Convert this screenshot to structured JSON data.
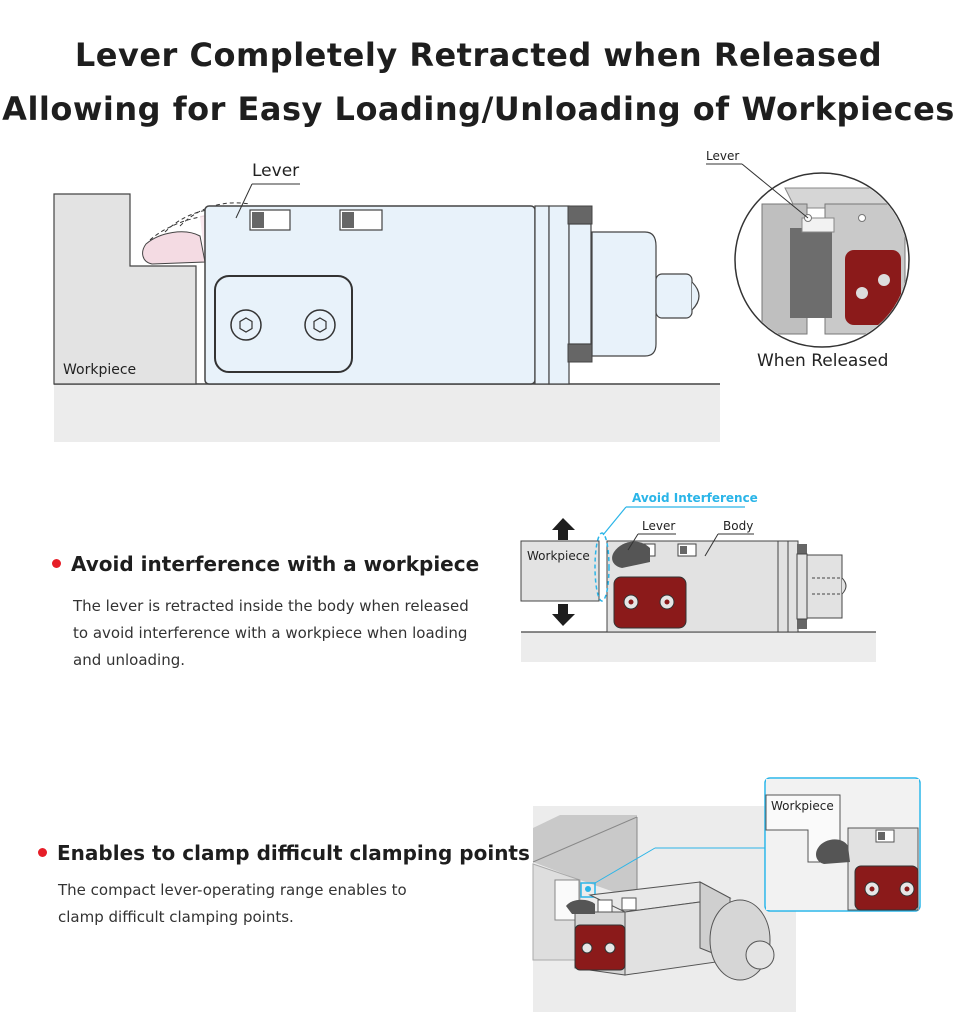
{
  "title": {
    "line1": "Lever Completely Retracted when Released",
    "line2": "Allowing for Easy Loading/Unloading of Workpieces"
  },
  "diagram1": {
    "lever_label": "Lever",
    "workpiece_label": "Workpiece"
  },
  "inset": {
    "lever_label": "Lever",
    "caption": "When Released"
  },
  "feature1": {
    "heading": "Avoid interference with a workpiece",
    "description_lines": [
      "The lever is retracted inside the body when released",
      "to avoid interference with a workpiece when loading",
      "and unloading."
    ],
    "diagram": {
      "avoid_label": "Avoid Interference",
      "lever_label": "Lever",
      "body_label": "Body",
      "workpiece_label": "Workpiece"
    }
  },
  "feature2": {
    "heading": "Enables to clamp difficult clamping points",
    "description_lines": [
      "The compact lever-operating range enables to",
      "clamp difficult clamping points."
    ],
    "diagram": {
      "workpiece_label": "Workpiece"
    }
  },
  "colors": {
    "accent_red": "#e61e28",
    "cyan": "#2bb5e8",
    "body_fill": "#e8f2fa",
    "clamp_red": "#8b1a1a"
  },
  "icons": [
    "bullet-dot-icon",
    "hex-socket-screw-icon",
    "arrow-up-icon",
    "arrow-down-icon"
  ]
}
